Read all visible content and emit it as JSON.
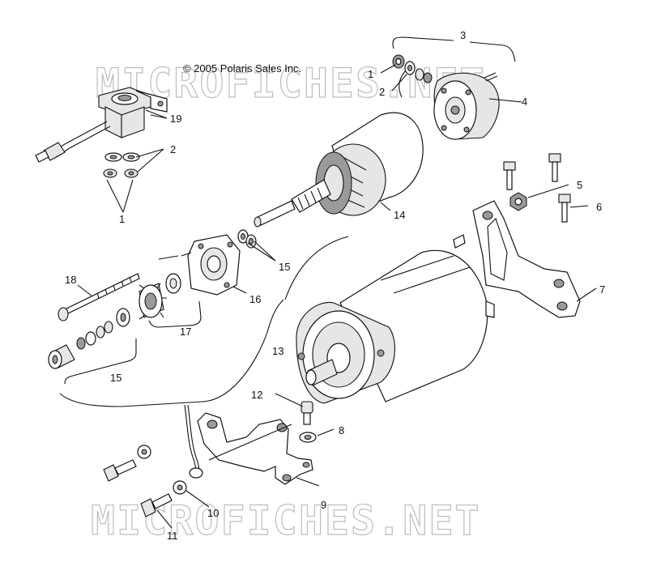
{
  "copyright": "© 2005 Polaris Sales Inc.",
  "watermark": "MICROFICHES.NET",
  "callouts": [
    {
      "id": "c3",
      "text": "3"
    },
    {
      "id": "c1a",
      "text": "1"
    },
    {
      "id": "c2a",
      "text": "2"
    },
    {
      "id": "c4",
      "text": "4"
    },
    {
      "id": "c19",
      "text": "19"
    },
    {
      "id": "c2b",
      "text": "2"
    },
    {
      "id": "c1b",
      "text": "1"
    },
    {
      "id": "c14",
      "text": "14"
    },
    {
      "id": "c5",
      "text": "5"
    },
    {
      "id": "c6",
      "text": "6"
    },
    {
      "id": "c18",
      "text": "18"
    },
    {
      "id": "c15a",
      "text": "15"
    },
    {
      "id": "c16",
      "text": "16"
    },
    {
      "id": "c7",
      "text": "7"
    },
    {
      "id": "c17",
      "text": "17"
    },
    {
      "id": "c13",
      "text": "13"
    },
    {
      "id": "c15b",
      "text": "15"
    },
    {
      "id": "c12",
      "text": "12"
    },
    {
      "id": "c8",
      "text": "8"
    },
    {
      "id": "c9",
      "text": "9"
    },
    {
      "id": "c10",
      "text": "10"
    },
    {
      "id": "c11",
      "text": "11"
    }
  ]
}
